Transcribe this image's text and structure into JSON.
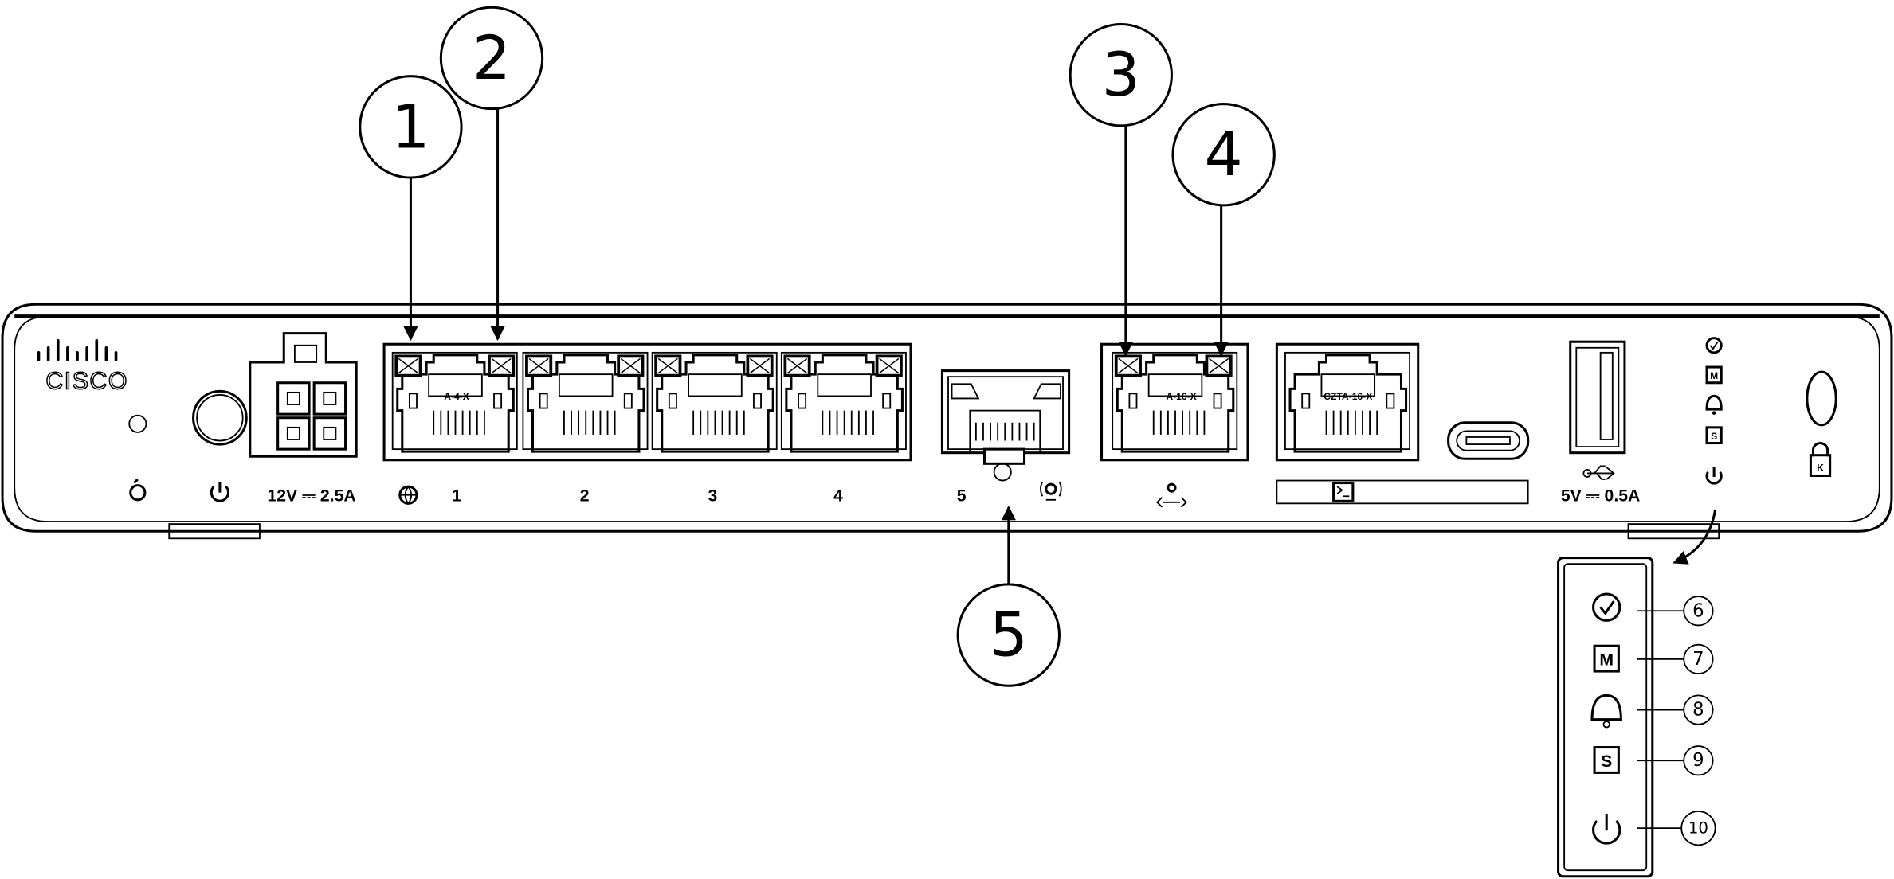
{
  "title": "Cisco router front panel",
  "logo_text": "CISCO",
  "labels": {
    "power_rating": "12V ⎓ 2.5A",
    "usb_rating": "5V ⎓ 0.5A",
    "port1": "1",
    "port2": "2",
    "port3": "3",
    "port4": "4",
    "port5": "5"
  },
  "port_tags": {
    "lan1": "A-4-X",
    "wan": "A-16-X",
    "console": "CZTA-16-X"
  },
  "led_letters": {
    "m": "M",
    "s": "S"
  },
  "callouts": [
    "1",
    "2",
    "3",
    "4",
    "5",
    "6",
    "7",
    "8",
    "9",
    "10"
  ],
  "icons": [
    "reset-icon",
    "power-icon",
    "globe-icon",
    "poe-icon",
    "management-icon",
    "console-icon",
    "usb-icon",
    "check-icon",
    "m-icon",
    "bell-icon",
    "s-icon",
    "lock-icon"
  ]
}
